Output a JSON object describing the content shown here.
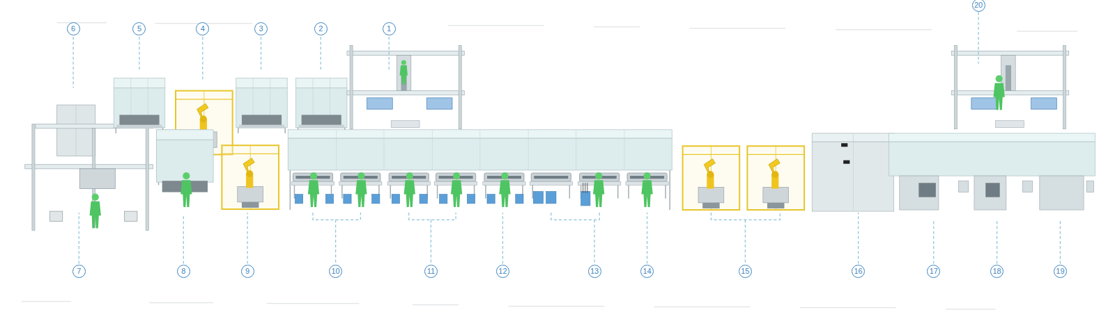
{
  "diagram": {
    "labels": [
      "20",
      "6",
      "5",
      "4",
      "3",
      "2",
      "1",
      "7",
      "8",
      "9",
      "10",
      "11",
      "12",
      "13",
      "14",
      "15",
      "16",
      "17",
      "18",
      "19"
    ]
  }
}
